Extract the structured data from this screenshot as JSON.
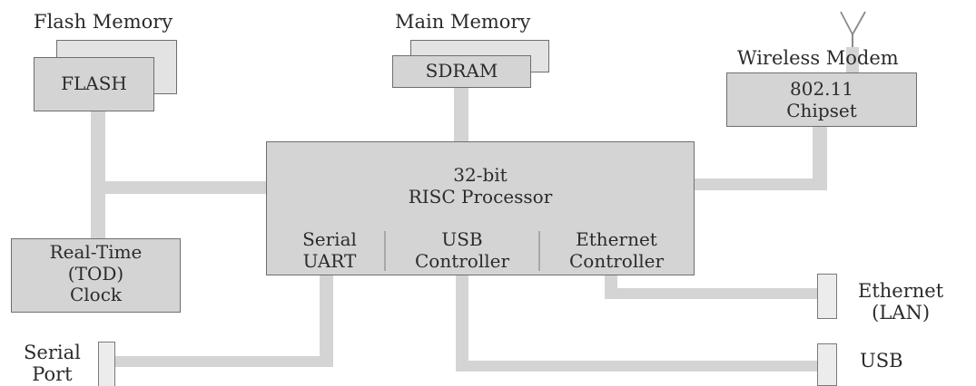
{
  "labels": {
    "flash_memory": "Flash Memory",
    "main_memory": "Main Memory",
    "wireless_modem": "Wireless Modem",
    "serial_port": "Serial\nPort",
    "ethernet_lan": "Ethernet\n(LAN)",
    "usb": "USB"
  },
  "boxes": {
    "flash": "FLASH",
    "sdram": "SDRAM",
    "chipset": "802.11\nChipset",
    "processor": "32-bit\nRISC Processor",
    "clock": "Real-Time\n(TOD)\nClock",
    "serial_uart": "Serial\nUART",
    "usb_controller": "USB\nController",
    "ethernet_controller": "Ethernet\nController"
  },
  "colors": {
    "box_fill": "#d4d4d4",
    "border": "#6e6e6e",
    "connector": "#d4d4d4"
  }
}
